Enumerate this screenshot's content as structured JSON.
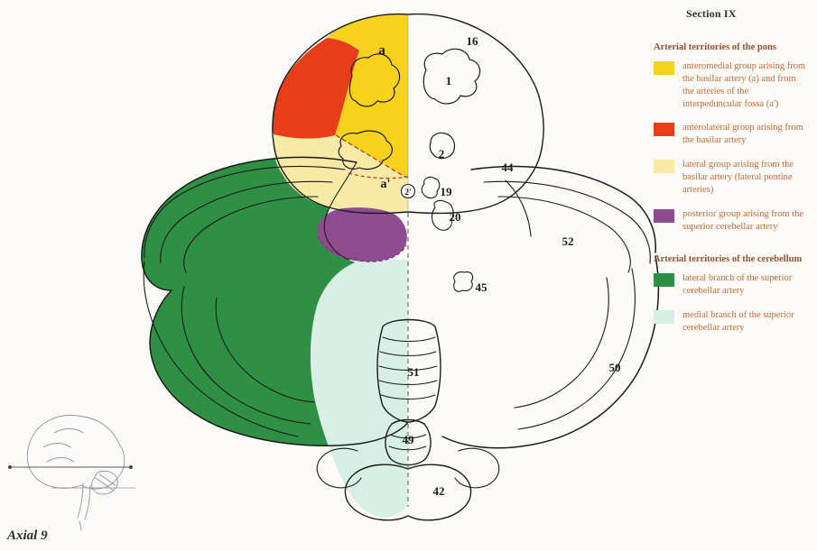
{
  "page": {
    "section_label": "Section IX",
    "caption": "Axial 9"
  },
  "colors": {
    "anteromedial": "#f6d21c",
    "anterolateral": "#e83d18",
    "lateral_group": "#f8e9a6",
    "posterior_group": "#8e4b90",
    "cerebellar_lateral": "#2f8f45",
    "cerebellar_medial": "#d8efe6",
    "heading_text": "#9a4f2e",
    "item_text": "#c4693a",
    "outline": "#1a1a1a"
  },
  "legend": {
    "pons": {
      "heading": "Arterial territories of the pons",
      "items": [
        {
          "label": "anteromedial group arising from the basilar artery (a) and from the arteries of the interpeduncular fossa (a')"
        },
        {
          "label": "anterolateral group arising from the basilar artery"
        },
        {
          "label": "lateral group arising from the basilar artery (lateral pontine arteries)"
        },
        {
          "label": "posterior group arising from the superior cerebellar artery"
        }
      ]
    },
    "cerebellum": {
      "heading": "Arterial territories of the cerebellum",
      "items": [
        {
          "label": "lateral branch of the superior cerebellar artery"
        },
        {
          "label": "medial branch of the superior cerebellar artery"
        }
      ]
    }
  },
  "figure": {
    "labels": {
      "a": "a",
      "a_prime": "a'",
      "n1": "1",
      "n2": "2",
      "n2_prime": "2'",
      "n16": "16",
      "n19": "19",
      "n20": "20",
      "n42": "42",
      "n44": "44",
      "n45": "45",
      "n49": "49",
      "n50": "50",
      "n51": "51",
      "n52": "52"
    }
  }
}
